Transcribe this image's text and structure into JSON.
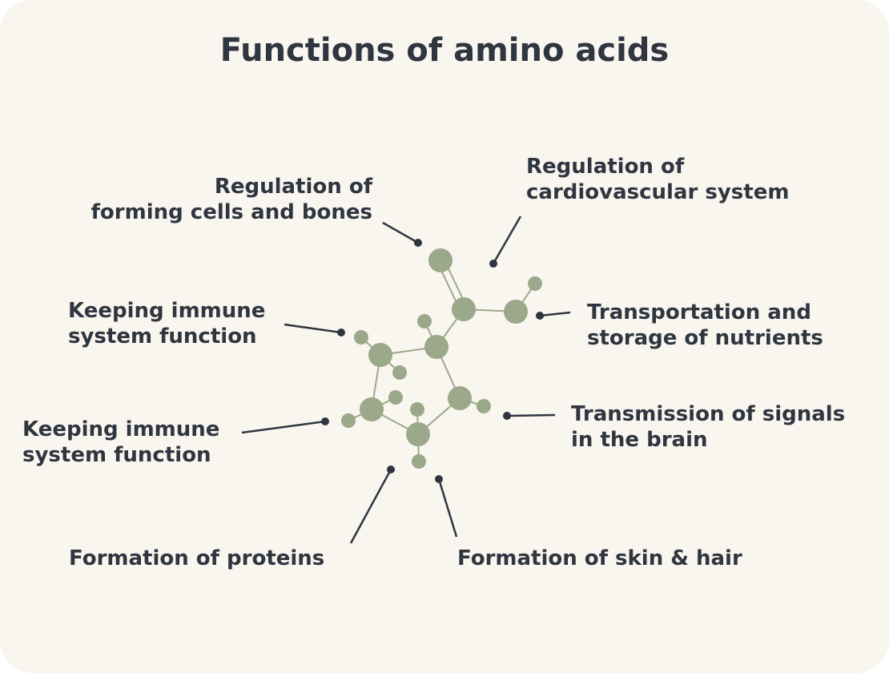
{
  "title": "Functions of amino acids",
  "labels": {
    "cells_bones": [
      "Regulation of",
      "forming cells and bones"
    ],
    "cardio": [
      "Regulation of",
      "cardiovascular system"
    ],
    "transport": [
      "Transportation and",
      "storage of nutrients"
    ],
    "immune1": [
      "Keeping immune",
      "system function"
    ],
    "immune2": [
      "Keeping immune",
      "system function"
    ],
    "signals": [
      "Transmission of signals",
      "in the brain"
    ],
    "proteins": [
      "Formation of proteins"
    ],
    "skin": [
      "Formation of skin & hair"
    ]
  },
  "colors": {
    "background": "#f9f5ef",
    "atom": "#9ca88a",
    "text": "#2f3640"
  }
}
